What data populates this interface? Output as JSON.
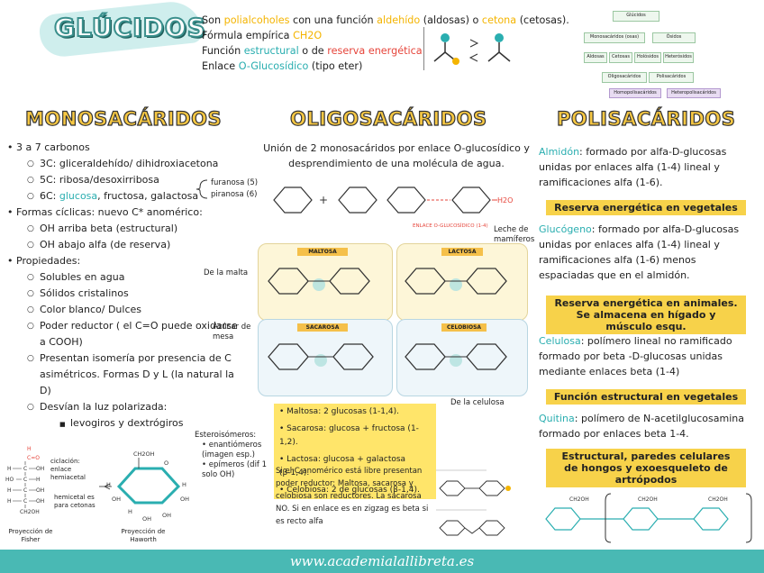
{
  "title": "GLÚCIDOS",
  "intro": {
    "line1_a": "Son ",
    "line1_b": "polialcoholes",
    "line1_c": " con una función ",
    "line1_d": "aldehído",
    "line1_e": " (aldosas) o ",
    "line1_f": "cetona",
    "line1_g": " (cetosas).",
    "line2_a": "Fórmula empírica ",
    "line2_b": "CH2O",
    "line3_a": "Función ",
    "line3_b": "estructural",
    "line3_c": " o de ",
    "line3_d": "reserva energética",
    "line4_a": "Enlace ",
    "line4_b": "O-Glucosídico",
    "line4_c": " (tipo eter)"
  },
  "concept_map": {
    "root": "Glúcidos",
    "row1": [
      "Monosacáridos (osas)",
      "Ósidos"
    ],
    "row2": [
      "Aldosas",
      "Cetosas",
      "Holósidos",
      "Heterósidos"
    ],
    "row3": [
      "Oligosacáridos",
      "Polisacáridos"
    ],
    "row4": [
      "Homopolisacáridos",
      "Heteropolisacáridos"
    ]
  },
  "mono": {
    "title": "MONOSACÁRIDOS",
    "items": [
      {
        "level": 1,
        "text": "3 a 7 carbonos"
      },
      {
        "level": 2,
        "text": "3C: gliceraldehído/ dihidroxiacetona"
      },
      {
        "level": 2,
        "text": "5C: ribosa/desoxirribosa"
      },
      {
        "level": 2,
        "text_a": "6C: ",
        "text_b": "glucosa",
        "text_c": ", fructosa, galactosa"
      },
      {
        "level": 1,
        "text": "Formas cíclicas: nuevo C* anomérico:"
      },
      {
        "level": 2,
        "text": "OH arriba beta (estructural)"
      },
      {
        "level": 2,
        "text": "OH abajo alfa (de reserva)"
      },
      {
        "level": 1,
        "text": "Propiedades:"
      },
      {
        "level": 2,
        "text": "Solubles en agua"
      },
      {
        "level": 2,
        "text": "Sólidos cristalinos"
      },
      {
        "level": 2,
        "text": "Color blanco/ Dulces"
      },
      {
        "level": 2,
        "text": "Poder reductor ( el C=O puede oxidarse a COOH)"
      },
      {
        "level": 2,
        "text": "Presentan isomería por presencia de C asimétricos. Formas D y L (la natural la D)"
      },
      {
        "level": 2,
        "text": "Desvían la luz polarizada:"
      },
      {
        "level": 3,
        "text": "levogiros y dextrógiros"
      }
    ],
    "furanosa": "furanosa (5)",
    "piranosa": "piranosa (6)",
    "esteroisomeros": "Esteroisómeros:",
    "enantiomeros": "enantiómeros (imagen esp.)",
    "epimeros": "epímeros (dif 1 solo OH)",
    "ciclacion": "ciclación: enlace hemiacetal",
    "hemiacetal": "hemicetal es para cetonas",
    "fisher": "Proyección de Fisher",
    "haworth": "Proyección de Haworth"
  },
  "oligo": {
    "title": "OLIGOSACÁRIDOS",
    "desc": "Unión de 2 monosacáridos por enlace O-glucosídico y desprendimiento de una molécula de agua.",
    "enlace": "ENLACE O-GLUCOSÍDICO (1-4)",
    "h2o": "H2O",
    "panels": [
      "MALTOSA",
      "LACTOSA",
      "SACAROSA",
      "CELOBIOSA"
    ],
    "de_la_malta": "De la malta",
    "leche": "Leche de mamíferos",
    "azucar": "Azúcar de mesa",
    "celulosa": "De la celulosa",
    "summary": [
      "Maltosa: 2 glucosas (1-1,4).",
      "Sacarosa: glucosa + fructosa (1-1,2).",
      "Lactosa: glucosa + galactosa (β-1,4).",
      "Celobiosa: 2 de glucosas (β-1,4)."
    ],
    "reductor": "Si el C anomérico está libre presentan poder reductor: Maltosa, sacarosa y celobiosa son reductores. La sacarosa NO. Si en enlace es en zigzag es beta si es recto alfa"
  },
  "poly": {
    "title": "POLISACÁRIDOS",
    "almidon_a": "Almidón",
    "almidon_b": ": formado por alfa-D-glucosas unidas por enlaces alfa (1-4) lineal y ramificaciones alfa (1-6).",
    "almidon_h": "Reserva energética en vegetales",
    "glucogeno_a": "Glucógeno",
    "glucogeno_b": ": formado por alfa-D-glucosas unidas por enlaces alfa (1-4) lineal y ramificaciones alfa (1-6) menos espaciadas que en el almidón.",
    "glucogeno_h": "Reserva energética en animales. Se almacena en hígado y músculo esqu.",
    "celulosa_a": "Celulosa",
    "celulosa_b": ": polímero lineal no ramificado formado por beta -D-glucosas unidas mediante enlaces beta (1-4)",
    "celulosa_h": "Función estructural en vegetales",
    "quitina_a": "Quitina",
    "quitina_b": ": polímero de N-acetilglucosamina formado por enlaces beta 1-4.",
    "quitina_h": "Estructural, paredes celulares de hongos y exoesqueleto de artrópodos"
  },
  "footer": "www.academialallibreta.es",
  "colors": {
    "accent": "#2aaeb0",
    "yellow": "#f7d24a",
    "footer": "#49b9b4",
    "red": "#e6453b"
  }
}
